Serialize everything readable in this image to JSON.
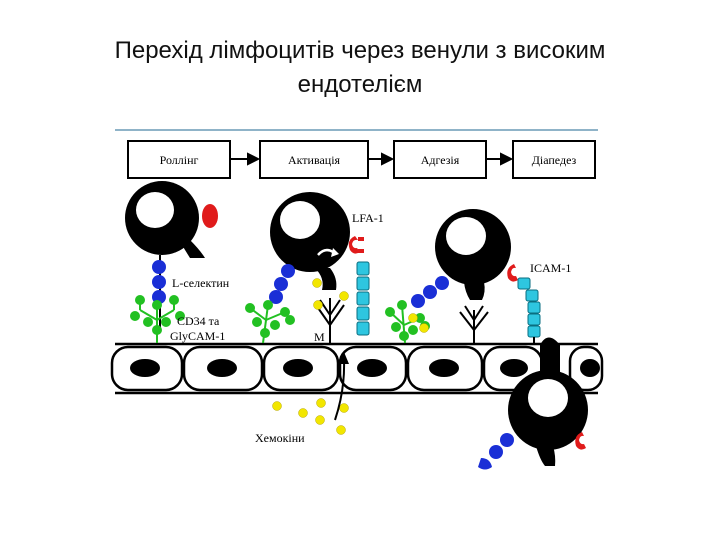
{
  "title": {
    "line1": "Перехід лімфоцитів через венули з високим",
    "line2": "ендотелієм"
  },
  "stages": [
    "Роллінг",
    "Активація",
    "Адгезія",
    "Діапедез"
  ],
  "labels": {
    "lfa1": "LFA-1",
    "icam1": "ICAM-1",
    "l_selectin": "L-селектин",
    "cd34_line1": "CD34 та",
    "cd34_line2": "GlyCAM-1",
    "m": "M",
    "chemokines": "Хемокіни"
  },
  "colors": {
    "cell": "#000000",
    "selectin": "#1a2fd6",
    "cd34": "#22c022",
    "lfa1": "#e01b1b",
    "icam": "#2ec6e0",
    "chemokine": "#f2e600"
  }
}
